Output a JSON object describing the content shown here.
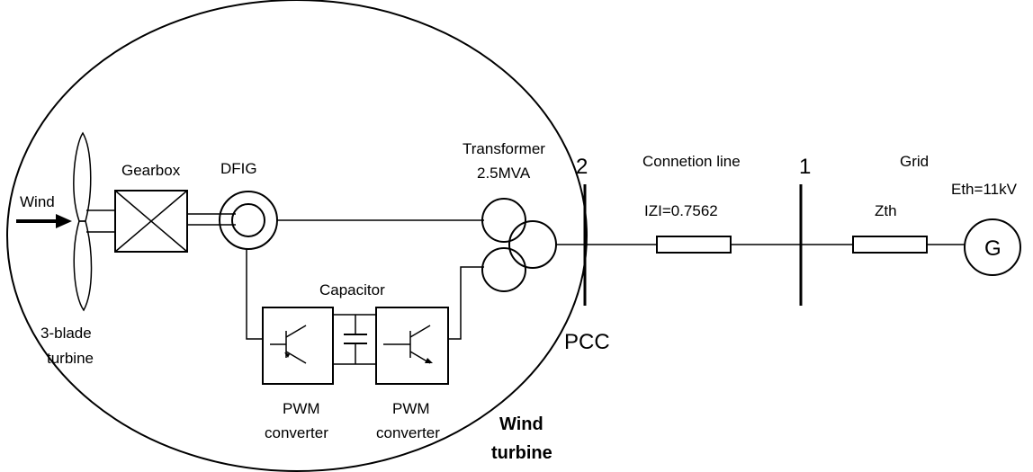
{
  "labels": {
    "wind": "Wind",
    "turbine_blade": [
      "3-blade",
      "turbine"
    ],
    "gearbox": "Gearbox",
    "dfig": "DFIG",
    "transformer": [
      "Transformer",
      "2.5MVA"
    ],
    "capacitor": "Capacitor",
    "pwm_left": [
      "PWM",
      "converter"
    ],
    "pwm_right": [
      "PWM",
      "converter"
    ],
    "wind_turbine": [
      "Wind",
      "turbine"
    ],
    "bus2": "2",
    "bus1": "1",
    "pcc": "PCC",
    "connection_line": "Connetion line",
    "line_impedance": "IZI=0.7562",
    "grid": "Grid",
    "zth": "Zth",
    "eth": "Eth=11kV",
    "generator": "G"
  }
}
